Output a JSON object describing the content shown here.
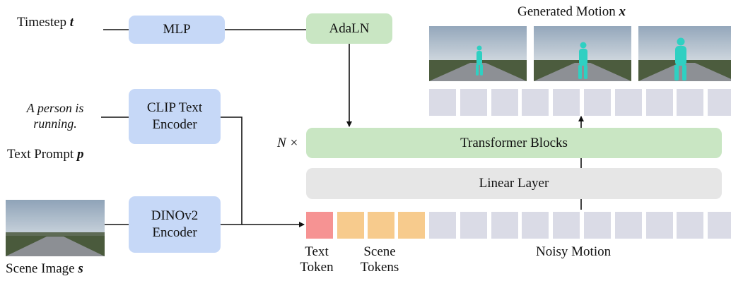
{
  "inputs": {
    "timestep_label": "Timestep",
    "timestep_var": "t",
    "prompt_line1": "A person is",
    "prompt_line2": "running.",
    "text_prompt_label": "Text Prompt",
    "text_prompt_var": "p",
    "scene_image_label": "Scene Image",
    "scene_image_var": "s"
  },
  "modules": {
    "mlp": "MLP",
    "adaln": "AdaLN",
    "clip_line1": "CLIP Text",
    "clip_line2": "Encoder",
    "dino_line1": "DINOv2",
    "dino_line2": "Encoder",
    "transformer": "Transformer Blocks",
    "linear": "Linear Layer",
    "repeat": "N ×"
  },
  "output": {
    "title": "Generated Motion",
    "var": "x"
  },
  "tokens": {
    "text_line1": "Text",
    "text_line2": "Token",
    "scene_line1": "Scene",
    "scene_line2": "Tokens",
    "noisy_motion": "Noisy Motion"
  },
  "colors": {
    "encoder": "#c6d8f7",
    "conditioning": "#c9e6c3",
    "linear": "#e6e6e6",
    "text_token": "#f69393",
    "scene_token": "#f7cb8d",
    "motion_token": "#dadbe6"
  }
}
